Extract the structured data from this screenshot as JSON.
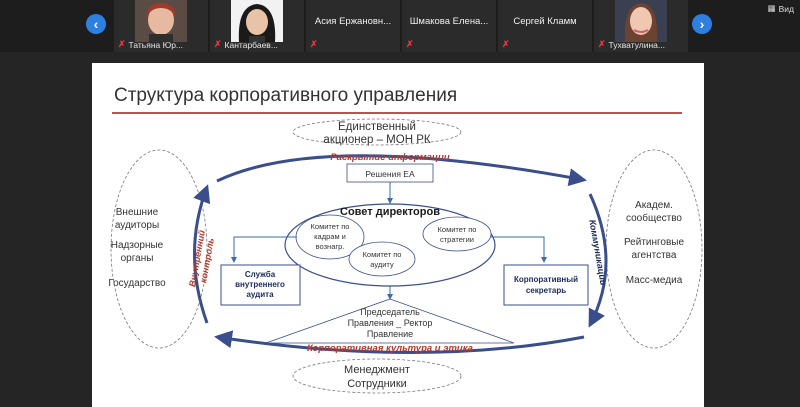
{
  "meeting": {
    "view_label": "Вид",
    "participants": [
      {
        "name": "Татьяна Юр...",
        "has_video": true
      },
      {
        "name": "Кантарбаев...",
        "has_video": true
      },
      {
        "name": "Асия Ержановн...",
        "has_video": false
      },
      {
        "name": "Шмакова Елена...",
        "has_video": false
      },
      {
        "name": "Сергей Кламм",
        "has_video": false
      },
      {
        "name": "Тухватулина...",
        "has_video": true
      }
    ]
  },
  "slide": {
    "title": "Структура корпоративного управления",
    "shareholder": {
      "line1": "Единственный",
      "line2": "акционер – МОН РК"
    },
    "disclosure": "Раскрытие информации",
    "decisions": "Решения ЕА",
    "board": "Совет директоров",
    "committees": {
      "hr": {
        "line1": "Комитет по",
        "line2": "кадрам и",
        "line3": "вознагр."
      },
      "audit": {
        "line1": "Комитет по",
        "line2": "аудиту"
      },
      "strategy": {
        "line1": "Комитет по",
        "line2": "стратегии"
      }
    },
    "internal_audit": {
      "line1": "Служба",
      "line2": "внутреннего",
      "line3": "аудита"
    },
    "corp_secretary": {
      "line1": "Корпоративный",
      "line2": "секретарь"
    },
    "chairman": {
      "line1": "Председатель",
      "line2": "Правления _ Ректор",
      "line3": "Правление"
    },
    "culture": "Корпоративная культура и этика",
    "management": {
      "line1": "Менеджмент",
      "line2": "Сотрудники"
    },
    "internal_control": {
      "line1": "Внутренний",
      "line2": "контроль"
    },
    "communications": "Коммуникации",
    "left_oval": [
      "Внешние",
      "аудиторы",
      "Надзорные",
      "органы",
      "Государство"
    ],
    "right_oval": [
      "Академ.",
      "сообщество",
      "Рейтинговые",
      "агентства",
      "Масс-медиа"
    ]
  }
}
